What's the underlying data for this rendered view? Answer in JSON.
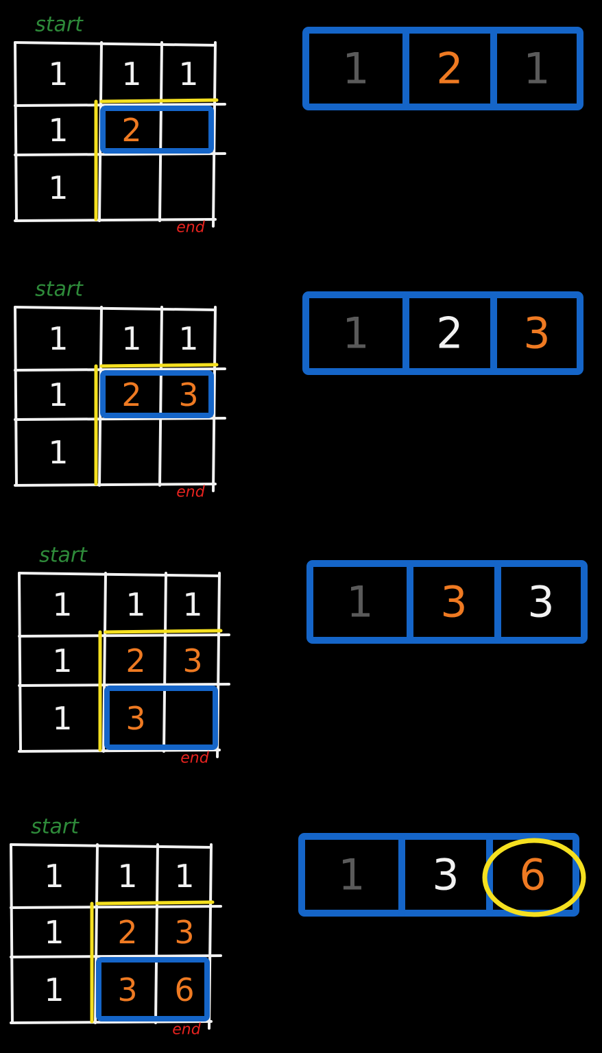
{
  "colors": {
    "background": "#000000",
    "grid": "#f2f2f2",
    "start_label": "#2e8b3a",
    "end_label": "#e8231f",
    "highlight": "#f5e020",
    "array_border": "#1565c8",
    "orange": "#ef7a22",
    "white": "#f2f2f2",
    "gray": "#5a5a5a"
  },
  "labels": {
    "start": "start",
    "end": "end"
  },
  "steps": [
    {
      "grid": [
        [
          "1",
          "1",
          "1"
        ],
        [
          "1",
          "2",
          ""
        ],
        [
          "1",
          "",
          ""
        ]
      ],
      "grid_orange": [
        [
          1,
          1
        ]
      ],
      "array": [
        "1",
        "2",
        "1"
      ],
      "array_colors": [
        "gray",
        "orange",
        "gray"
      ],
      "circled": -1
    },
    {
      "grid": [
        [
          "1",
          "1",
          "1"
        ],
        [
          "1",
          "2",
          "3"
        ],
        [
          "1",
          "",
          ""
        ]
      ],
      "grid_orange": [
        [
          1,
          1
        ],
        [
          1,
          2
        ]
      ],
      "array": [
        "1",
        "2",
        "3"
      ],
      "array_colors": [
        "gray",
        "white",
        "orange"
      ],
      "circled": -1
    },
    {
      "grid": [
        [
          "1",
          "1",
          "1"
        ],
        [
          "1",
          "2",
          "3"
        ],
        [
          "1",
          "3",
          ""
        ]
      ],
      "grid_orange": [
        [
          1,
          1
        ],
        [
          1,
          2
        ],
        [
          2,
          1
        ]
      ],
      "array": [
        "1",
        "3",
        "3"
      ],
      "array_colors": [
        "gray",
        "orange",
        "white"
      ],
      "circled": -1
    },
    {
      "grid": [
        [
          "1",
          "1",
          "1"
        ],
        [
          "1",
          "2",
          "3"
        ],
        [
          "1",
          "3",
          "6"
        ]
      ],
      "grid_orange": [
        [
          1,
          1
        ],
        [
          1,
          2
        ],
        [
          2,
          1
        ],
        [
          2,
          2
        ]
      ],
      "array": [
        "1",
        "3",
        "6"
      ],
      "array_colors": [
        "gray",
        "white",
        "orange"
      ],
      "circled": 2
    }
  ]
}
